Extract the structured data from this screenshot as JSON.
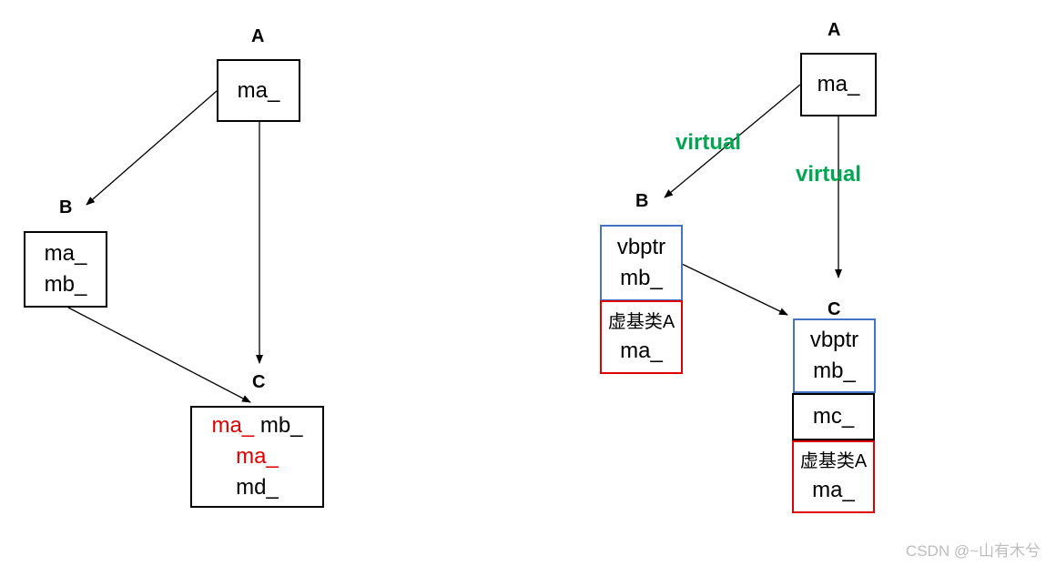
{
  "colors": {
    "red": "#e00000",
    "blue": "#4472c4",
    "green": "#00a651",
    "black": "#000000",
    "watermark": "#bdbdbd"
  },
  "left": {
    "label_a": "A",
    "label_b": "B",
    "label_c": "C",
    "box_a": [
      "ma_"
    ],
    "box_b": [
      "ma_",
      "mb_"
    ],
    "box_c": {
      "line1_red": "ma_",
      "line1_black": "mb_",
      "line2_red": "ma_",
      "line3": "md_"
    }
  },
  "right": {
    "label_a": "A",
    "label_b": "B",
    "label_c": "C",
    "virtual_ab": "virtual",
    "virtual_ac": "virtual",
    "box_a": [
      "ma_"
    ],
    "box_b_top": [
      "vbptr",
      "mb_"
    ],
    "box_b_bottom": [
      "虚基类A",
      "ma_"
    ],
    "box_c_top": [
      "vbptr",
      "mb_"
    ],
    "box_c_mid": [
      "mc_"
    ],
    "box_c_bottom": [
      "虚基类A",
      "ma_"
    ]
  },
  "watermark": "CSDN @~山有木兮"
}
